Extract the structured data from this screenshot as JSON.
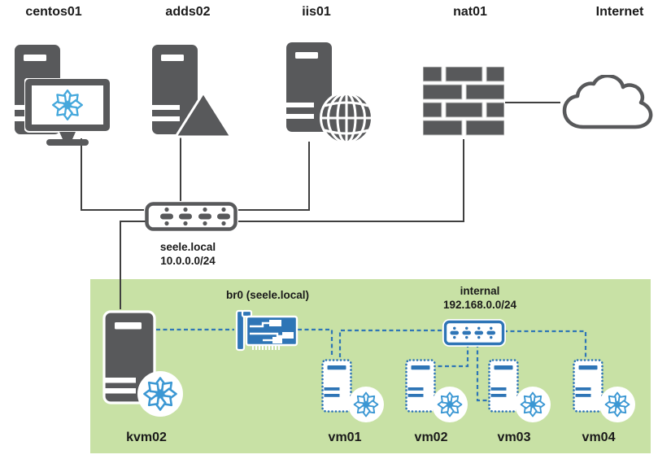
{
  "diagram_type": "network-topology",
  "colors": {
    "device_gray": "#58595b",
    "wire_dark": "#3f3f3f",
    "virtual_blue": "#2e75b6",
    "centos_logo_blue": "#3f9fd8",
    "host_boundary_green": "#c8e1a5"
  },
  "physical": {
    "hosts": {
      "centos01": {
        "label": "centos01"
      },
      "adds02": {
        "label": "adds02"
      },
      "iis01": {
        "label": "iis01"
      },
      "nat01": {
        "label": "nat01"
      },
      "internet": {
        "label": "Internet"
      }
    },
    "lan": {
      "name": "seele.local",
      "cidr": "10.0.0.0/24"
    }
  },
  "virtual": {
    "host": {
      "label": "kvm02"
    },
    "bridge": {
      "label": "br0 (seele.local)"
    },
    "internal": {
      "name": "internal",
      "cidr": "192.168.0.0/24"
    },
    "vms": [
      {
        "label": "vm01"
      },
      {
        "label": "vm02"
      },
      {
        "label": "vm03"
      },
      {
        "label": "vm04"
      }
    ]
  }
}
